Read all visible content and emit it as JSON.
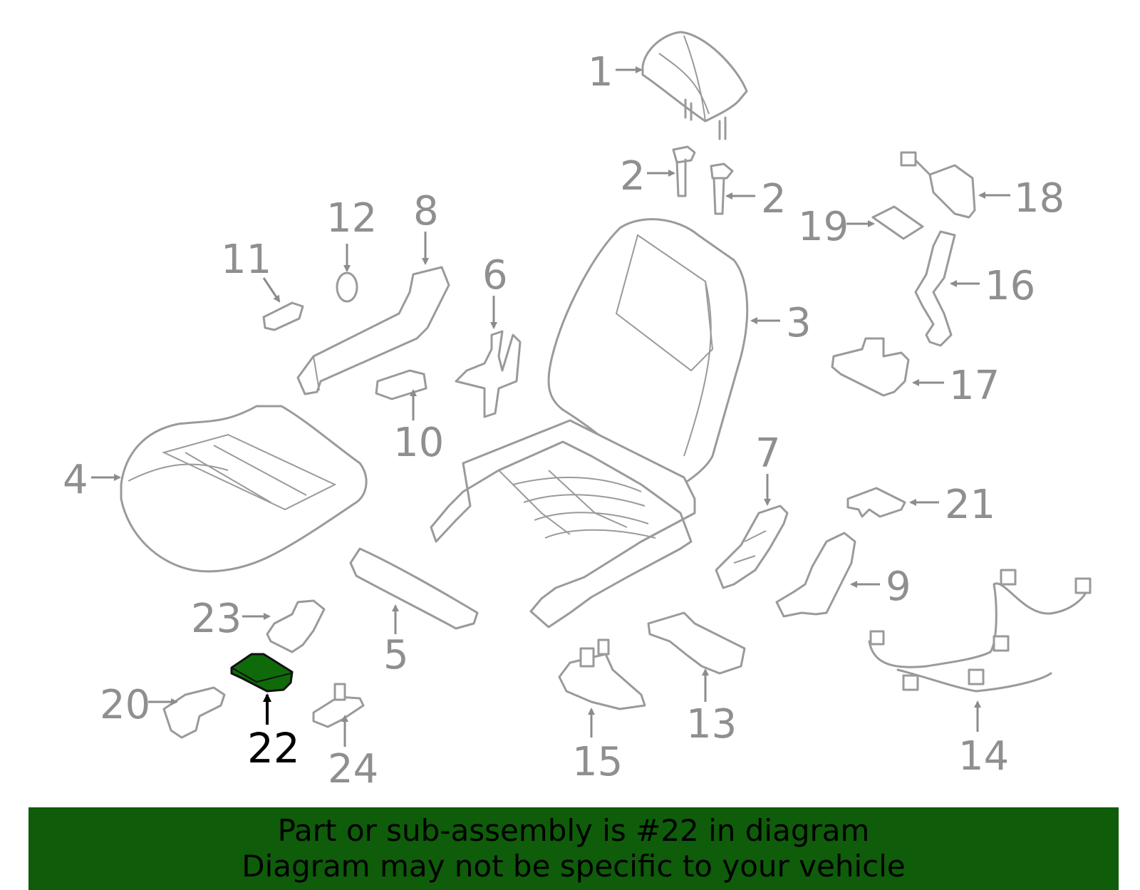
{
  "callouts": {
    "c1": "1",
    "c2a": "2",
    "c2b": "2",
    "c3": "3",
    "c4": "4",
    "c5": "5",
    "c6": "6",
    "c7": "7",
    "c8": "8",
    "c9": "9",
    "c10": "10",
    "c11": "11",
    "c12": "12",
    "c13": "13",
    "c14": "14",
    "c15": "15",
    "c16": "16",
    "c17": "17",
    "c18": "18",
    "c19": "19",
    "c20": "20",
    "c21": "21",
    "c22": "22",
    "c23": "23",
    "c24": "24"
  },
  "highlighted_part": "22",
  "colors": {
    "highlight": "#0f6b0a",
    "banner": "#0f5c0a",
    "line_art": "#9a9a9a",
    "label": "#8f8f8f"
  },
  "banner": {
    "line1": "Part or sub-assembly is #22 in diagram",
    "line2": "Diagram may not be specific to your vehicle"
  }
}
